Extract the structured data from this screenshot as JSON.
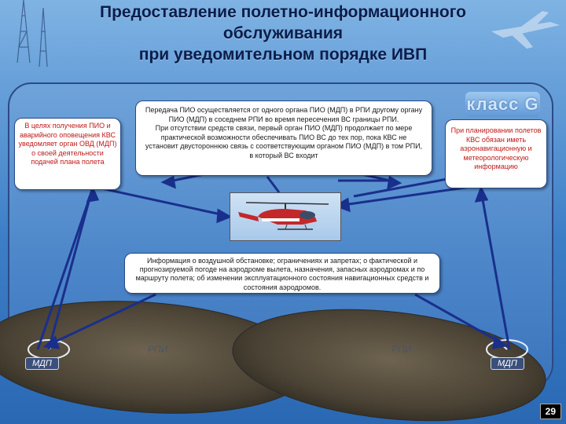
{
  "title": {
    "line1": "Предоставление полетно-информационного",
    "line2": "обслуживания",
    "line3": "при уведомительном порядке ИВП"
  },
  "klass_badge": "класс G",
  "box_left": "В целях получения ПИО и аварийного оповещения КВС уведомляет орган ОВД (МДП) о своей деятельности подачей плана полета",
  "box_top": {
    "p1": "Передача ПИО осуществляется от одного органа ПИО (МДП) в РПИ другому органу ПИО (МДП) в соседнем РПИ во время пересечения ВС границы РПИ.",
    "p2": "При отсутствии средств связи, первый орган ПИО (МДП) продолжает по мере практической возможности обеспечивать ПИО ВС до тех пор, пока КВС не установит двустороннюю связь с соответствующим органом ПИО (МДП) в том РПИ, в который ВС входит"
  },
  "box_right": "При планировании полетов КВС обязан иметь аэронавигационную и метеорологическую информацию",
  "box_center": "Информация о воздушной обстановке; ограничениях и запретах; о фактической и прогнозируемой погоде на аэродроме вылета, назначения, запасных аэродромах и по маршруту полета; об изменении эксплуатационного состояния навигационных средств и состояния аэродромов.",
  "zones": {
    "left_rpi": "РПИ",
    "right_rpi": "РПИ",
    "left_mdp": "МДП",
    "right_mdp": "МДП"
  },
  "page_number": "29",
  "icons": [
    "radio-tower-icon",
    "radar-dish-icon",
    "helicopter-icon",
    "aircraft-icon"
  ]
}
